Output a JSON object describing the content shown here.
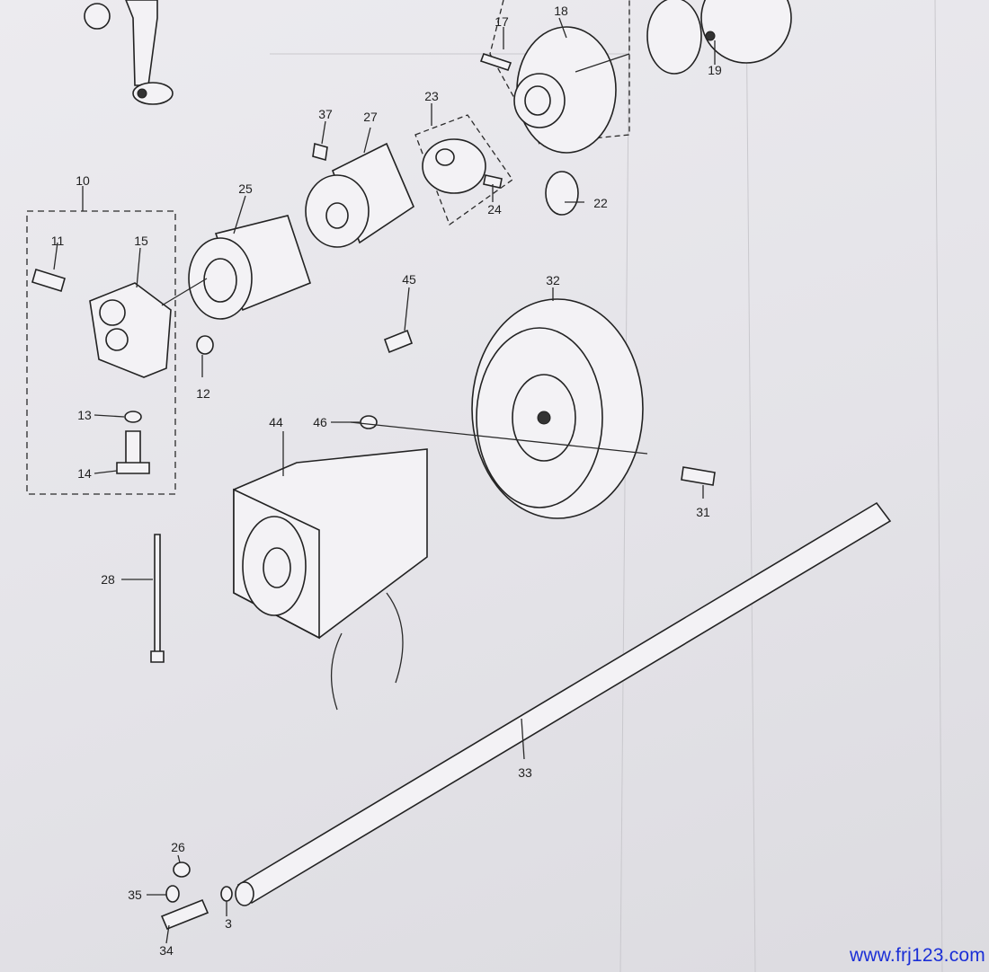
{
  "diagram": {
    "callouts": [
      "17",
      "18",
      "19",
      "23",
      "37",
      "27",
      "10",
      "25",
      "11",
      "15",
      "24",
      "22",
      "45",
      "32",
      "12",
      "13",
      "46",
      "44",
      "14",
      "31",
      "28",
      "33",
      "26",
      "35",
      "3",
      "34"
    ],
    "watermark": "www.frj123.com"
  }
}
